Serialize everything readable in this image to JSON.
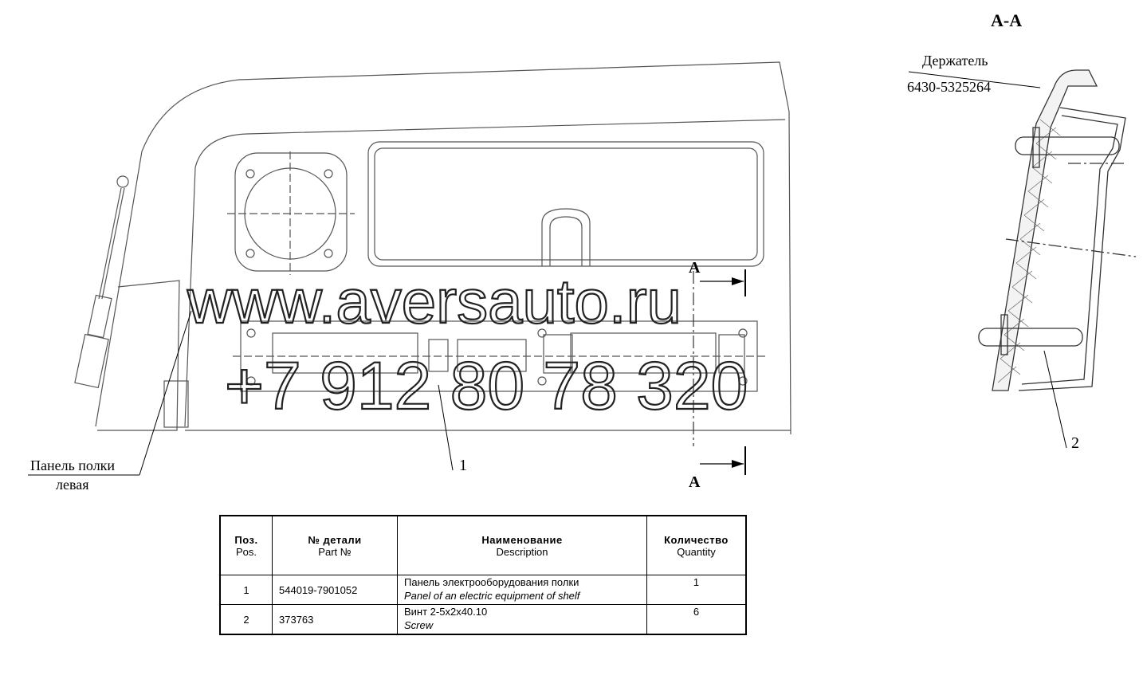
{
  "section_title": "А-А",
  "labels": {
    "holder_name": "Держатель",
    "holder_part": "6430-5325264",
    "left_panel_line1": "Панель полки",
    "left_panel_line2": "левая",
    "cut_top": "A",
    "cut_bottom": "A",
    "callout_1": "1",
    "callout_2": "2"
  },
  "watermark": {
    "site": "www.aversauto.ru",
    "phone": "+7 912 80 78 320"
  },
  "table": {
    "headers": [
      {
        "ru": "Поз.",
        "en": "Pos."
      },
      {
        "ru": "№ детали",
        "en": "Part №"
      },
      {
        "ru": "Наименование",
        "en": "Description"
      },
      {
        "ru": "Количество",
        "en": "Quantity"
      }
    ],
    "rows": [
      {
        "pos": "1",
        "part": "544019-7901052",
        "name_ru": "Панель электрооборудования полки",
        "name_en": "Panel of an electric equipment of  shelf",
        "qty": "1"
      },
      {
        "pos": "2",
        "part": "373763",
        "name_ru": "Винт 2-5х2х40.10",
        "name_en": "Screw",
        "qty": "6"
      }
    ]
  }
}
